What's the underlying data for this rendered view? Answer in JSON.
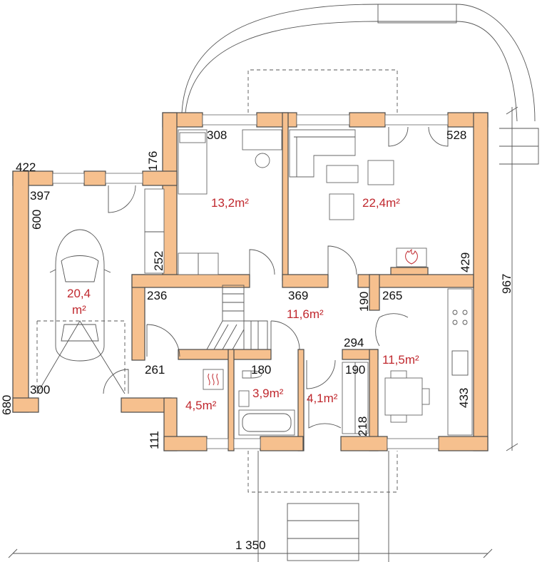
{
  "dimensions": {
    "d422": "422",
    "d397": "397",
    "d600": "600",
    "d680": "680",
    "d300": "300",
    "d176": "176",
    "d252": "252",
    "d308": "308",
    "d528": "528",
    "d429": "429",
    "d967": "967",
    "d236": "236",
    "d369": "369",
    "d190a": "190",
    "d265": "265",
    "d294": "294",
    "d261": "261",
    "d180": "180",
    "d190b": "190",
    "d218": "218",
    "d433": "433",
    "d111": "111",
    "d1350": "1 350"
  },
  "rooms": {
    "garage": {
      "line1": "20,4",
      "line2": "m²"
    },
    "bedroom": "13,2m²",
    "living": "22,4m²",
    "hall": "11,6m²",
    "kitchen": "11,5m²",
    "boiler": "4,5m²",
    "bathroom": "3,9m²",
    "wardrobe": "4,1m²"
  }
}
